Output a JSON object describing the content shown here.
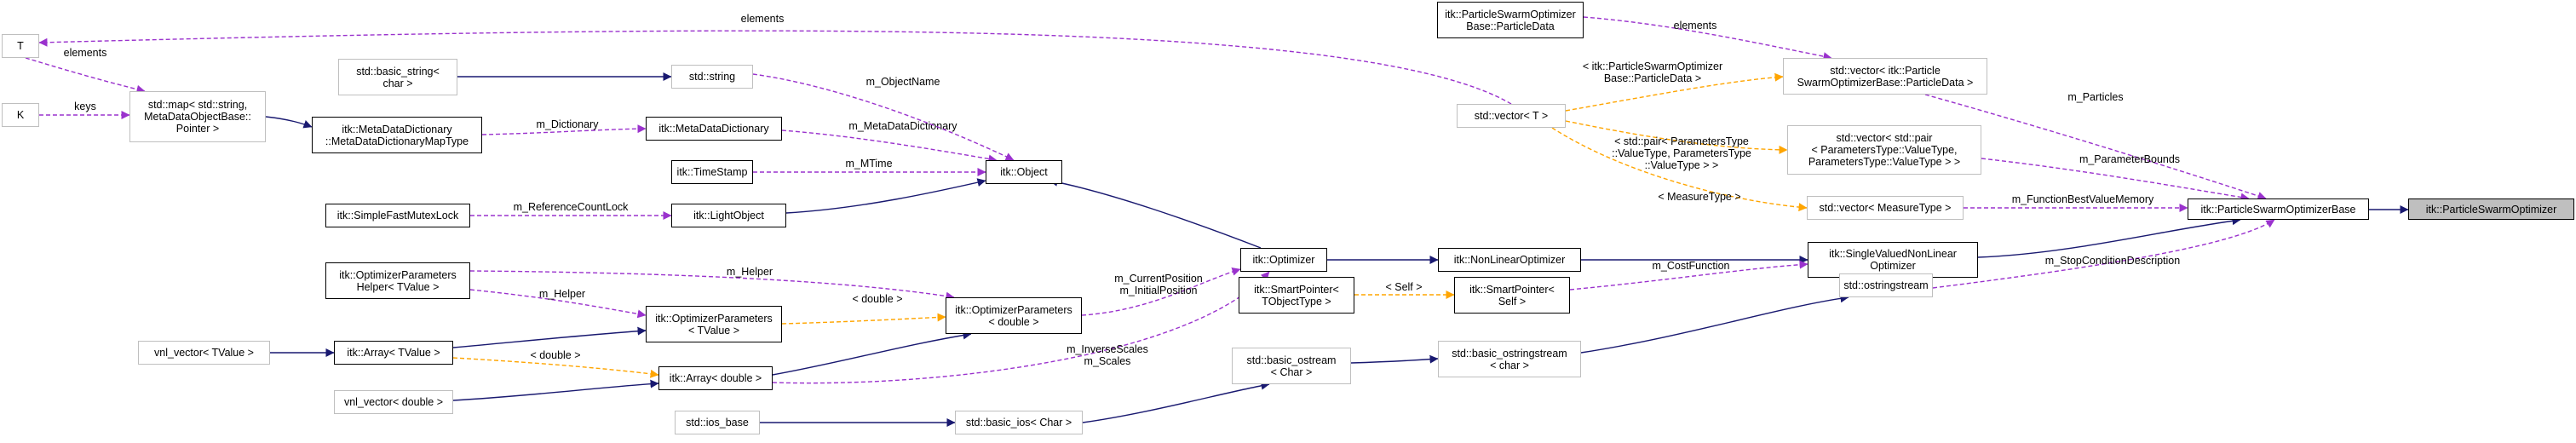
{
  "colors": {
    "inheritance": "#191970",
    "usage": "#9a32cd",
    "template": "#ffa500",
    "focus_fill": "#bfbfbf",
    "documented_border": "#000000",
    "undocumented_border": "#bfbfbf"
  },
  "nodes": [
    {
      "id": "pso",
      "lines": [
        "itk::ParticleSwarmOptimizer"
      ],
      "style": "focus"
    },
    {
      "id": "psob",
      "lines": [
        "itk::ParticleSwarmOptimizerBase"
      ],
      "style": "doc"
    },
    {
      "id": "svnlo",
      "lines": [
        "itk::SingleValuedNonLinear",
        "Optimizer"
      ],
      "style": "doc"
    },
    {
      "id": "nlo",
      "lines": [
        "itk::NonLinearOptimizer"
      ],
      "style": "doc"
    },
    {
      "id": "opt",
      "lines": [
        "itk::Optimizer"
      ],
      "style": "doc"
    },
    {
      "id": "obj",
      "lines": [
        "itk::Object"
      ],
      "style": "doc"
    },
    {
      "id": "lobj",
      "lines": [
        "itk::LightObject"
      ],
      "style": "doc"
    },
    {
      "id": "sfml",
      "lines": [
        "itk::SimpleFastMutexLock"
      ],
      "style": "doc"
    },
    {
      "id": "ts",
      "lines": [
        "itk::TimeStamp"
      ],
      "style": "doc"
    },
    {
      "id": "mdd",
      "lines": [
        "itk::MetaDataDictionary"
      ],
      "style": "doc"
    },
    {
      "id": "mddmt",
      "lines": [
        "itk::MetaDataDictionary",
        "::MetaDataDictionaryMapType"
      ],
      "style": "doc"
    },
    {
      "id": "map",
      "lines": [
        "std::map< std::string,",
        "MetaDataObjectBase::",
        "Pointer >"
      ],
      "style": "gray"
    },
    {
      "id": "T",
      "lines": [
        "T"
      ],
      "style": "gray"
    },
    {
      "id": "K",
      "lines": [
        "K"
      ],
      "style": "gray"
    },
    {
      "id": "bsc",
      "lines": [
        "std::basic_string<",
        "char >"
      ],
      "style": "gray"
    },
    {
      "id": "str",
      "lines": [
        "std::string"
      ],
      "style": "gray"
    },
    {
      "id": "oph",
      "lines": [
        "itk::OptimizerParameters",
        "Helper< TValue >"
      ],
      "style": "doc"
    },
    {
      "id": "opT",
      "lines": [
        "itk::OptimizerParameters",
        "< TValue >"
      ],
      "style": "doc"
    },
    {
      "id": "opd",
      "lines": [
        "itk::OptimizerParameters",
        "< double >"
      ],
      "style": "doc"
    },
    {
      "id": "vvT",
      "lines": [
        "vnl_vector< TValue >"
      ],
      "style": "gray"
    },
    {
      "id": "arrT",
      "lines": [
        "itk::Array< TValue >"
      ],
      "style": "doc"
    },
    {
      "id": "arrd",
      "lines": [
        "itk::Array< double >"
      ],
      "style": "doc"
    },
    {
      "id": "vvd",
      "lines": [
        "vnl_vector< double >"
      ],
      "style": "gray"
    },
    {
      "id": "spT",
      "lines": [
        "itk::SmartPointer<",
        "TObjectType >"
      ],
      "style": "doc"
    },
    {
      "id": "spS",
      "lines": [
        "itk::SmartPointer<",
        "Self >"
      ],
      "style": "doc"
    },
    {
      "id": "vecT",
      "lines": [
        "std::vector< T >"
      ],
      "style": "gray"
    },
    {
      "id": "pd",
      "lines": [
        "itk::ParticleSwarmOptimizer",
        "Base::ParticleData"
      ],
      "style": "doc"
    },
    {
      "id": "vecpd",
      "lines": [
        "std::vector< itk::Particle",
        "SwarmOptimizerBase::ParticleData >"
      ],
      "style": "gray"
    },
    {
      "id": "vecpair",
      "lines": [
        "std::vector< std::pair",
        "< ParametersType::ValueType,",
        "ParametersType::ValueType > >"
      ],
      "style": "gray"
    },
    {
      "id": "vecmt",
      "lines": [
        "std::vector< MeasureType >"
      ],
      "style": "gray"
    },
    {
      "id": "oss",
      "lines": [
        "std::ostringstream"
      ],
      "style": "gray"
    },
    {
      "id": "boss",
      "lines": [
        "std::basic_ostringstream",
        "< char >"
      ],
      "style": "gray"
    },
    {
      "id": "bos",
      "lines": [
        "std::basic_ostream",
        "< Char >"
      ],
      "style": "gray"
    },
    {
      "id": "bios",
      "lines": [
        "std::basic_ios< Char >"
      ],
      "style": "gray"
    },
    {
      "id": "iosb",
      "lines": [
        "std::ios_base"
      ],
      "style": "gray"
    }
  ],
  "edges": [
    {
      "from": "psob",
      "to": "pso",
      "kind": "inheritance",
      "labels": []
    },
    {
      "from": "svnlo",
      "to": "psob",
      "kind": "inheritance",
      "labels": []
    },
    {
      "from": "nlo",
      "to": "svnlo",
      "kind": "inheritance",
      "labels": []
    },
    {
      "from": "opt",
      "to": "nlo",
      "kind": "inheritance",
      "labels": []
    },
    {
      "from": "obj",
      "to": "opt",
      "kind": "inheritance",
      "labels": []
    },
    {
      "from": "lobj",
      "to": "obj",
      "kind": "inheritance",
      "labels": []
    },
    {
      "from": "bsc",
      "to": "str",
      "kind": "inheritance",
      "labels": []
    },
    {
      "from": "map",
      "to": "mddmt",
      "kind": "inheritance",
      "labels": []
    },
    {
      "from": "opT",
      "to": "opd",
      "kind": "template",
      "labels": [
        "< double >"
      ]
    },
    {
      "from": "vvT",
      "to": "arrT",
      "kind": "inheritance",
      "labels": []
    },
    {
      "from": "arrT",
      "to": "opT",
      "kind": "inheritance",
      "labels": []
    },
    {
      "from": "arrT",
      "to": "arrd",
      "kind": "template",
      "labels": [
        "< double >"
      ]
    },
    {
      "from": "vvd",
      "to": "arrd",
      "kind": "inheritance",
      "labels": []
    },
    {
      "from": "arrd",
      "to": "opd",
      "kind": "inheritance",
      "labels": []
    },
    {
      "from": "spT",
      "to": "spS",
      "kind": "template",
      "labels": [
        "< Self >"
      ]
    },
    {
      "from": "vecT",
      "to": "vecpd",
      "kind": "template",
      "labels": [
        "< itk::ParticleSwarmOptimizer",
        "Base::ParticleData >"
      ]
    },
    {
      "from": "vecT",
      "to": "vecpair",
      "kind": "template",
      "labels": [
        "< std::pair< ParametersType",
        "::ValueType, ParametersType",
        "::ValueType > >"
      ]
    },
    {
      "from": "vecT",
      "to": "vecmt",
      "kind": "template",
      "labels": [
        "< MeasureType >"
      ]
    },
    {
      "from": "boss",
      "to": "oss",
      "kind": "inheritance",
      "labels": []
    },
    {
      "from": "bos",
      "to": "boss",
      "kind": "inheritance",
      "labels": []
    },
    {
      "from": "bios",
      "to": "bos",
      "kind": "inheritance",
      "labels": []
    },
    {
      "from": "iosb",
      "to": "bios",
      "kind": "inheritance",
      "labels": []
    },
    {
      "from": "sfml",
      "to": "lobj",
      "kind": "usage",
      "labels": [
        "m_ReferenceCountLock"
      ]
    },
    {
      "from": "ts",
      "to": "obj",
      "kind": "usage",
      "labels": [
        "m_MTime"
      ]
    },
    {
      "from": "mdd",
      "to": "obj",
      "kind": "usage",
      "labels": [
        "m_MetaDataDictionary"
      ]
    },
    {
      "from": "str",
      "to": "obj",
      "kind": "usage",
      "labels": [
        "m_ObjectName"
      ]
    },
    {
      "from": "mddmt",
      "to": "mdd",
      "kind": "usage",
      "labels": [
        "m_Dictionary"
      ]
    },
    {
      "from": "T",
      "to": "map",
      "kind": "usage",
      "labels": [
        "elements"
      ]
    },
    {
      "from": "K",
      "to": "map",
      "kind": "usage",
      "labels": [
        "keys"
      ]
    },
    {
      "from": "T",
      "to": "vecT",
      "kind": "usage",
      "labels": [
        "elements"
      ]
    },
    {
      "from": "oph",
      "to": "opT",
      "kind": "usage",
      "labels": [
        "m_Helper"
      ]
    },
    {
      "from": "oph",
      "to": "opd",
      "kind": "usage",
      "labels": [
        "m_Helper"
      ]
    },
    {
      "from": "opd",
      "to": "opt",
      "kind": "usage",
      "labels": [
        "m_CurrentPosition",
        "m_InitialPosition"
      ]
    },
    {
      "from": "arrd",
      "to": "opt",
      "kind": "usage",
      "labels": [
        "m_InverseScales",
        "m_Scales"
      ]
    },
    {
      "from": "spS",
      "to": "svnlo",
      "kind": "usage",
      "labels": [
        "m_CostFunction"
      ]
    },
    {
      "from": "pd",
      "to": "vecpd",
      "kind": "usage",
      "labels": [
        "elements"
      ]
    },
    {
      "from": "vecpd",
      "to": "psob",
      "kind": "usage",
      "labels": [
        "m_Particles"
      ]
    },
    {
      "from": "vecpair",
      "to": "psob",
      "kind": "usage",
      "labels": [
        "m_ParameterBounds"
      ]
    },
    {
      "from": "vecmt",
      "to": "psob",
      "kind": "usage",
      "labels": [
        "m_FunctionBestValueMemory"
      ]
    },
    {
      "from": "oss",
      "to": "psob",
      "kind": "usage",
      "labels": [
        "m_StopConditionDescription"
      ]
    }
  ]
}
